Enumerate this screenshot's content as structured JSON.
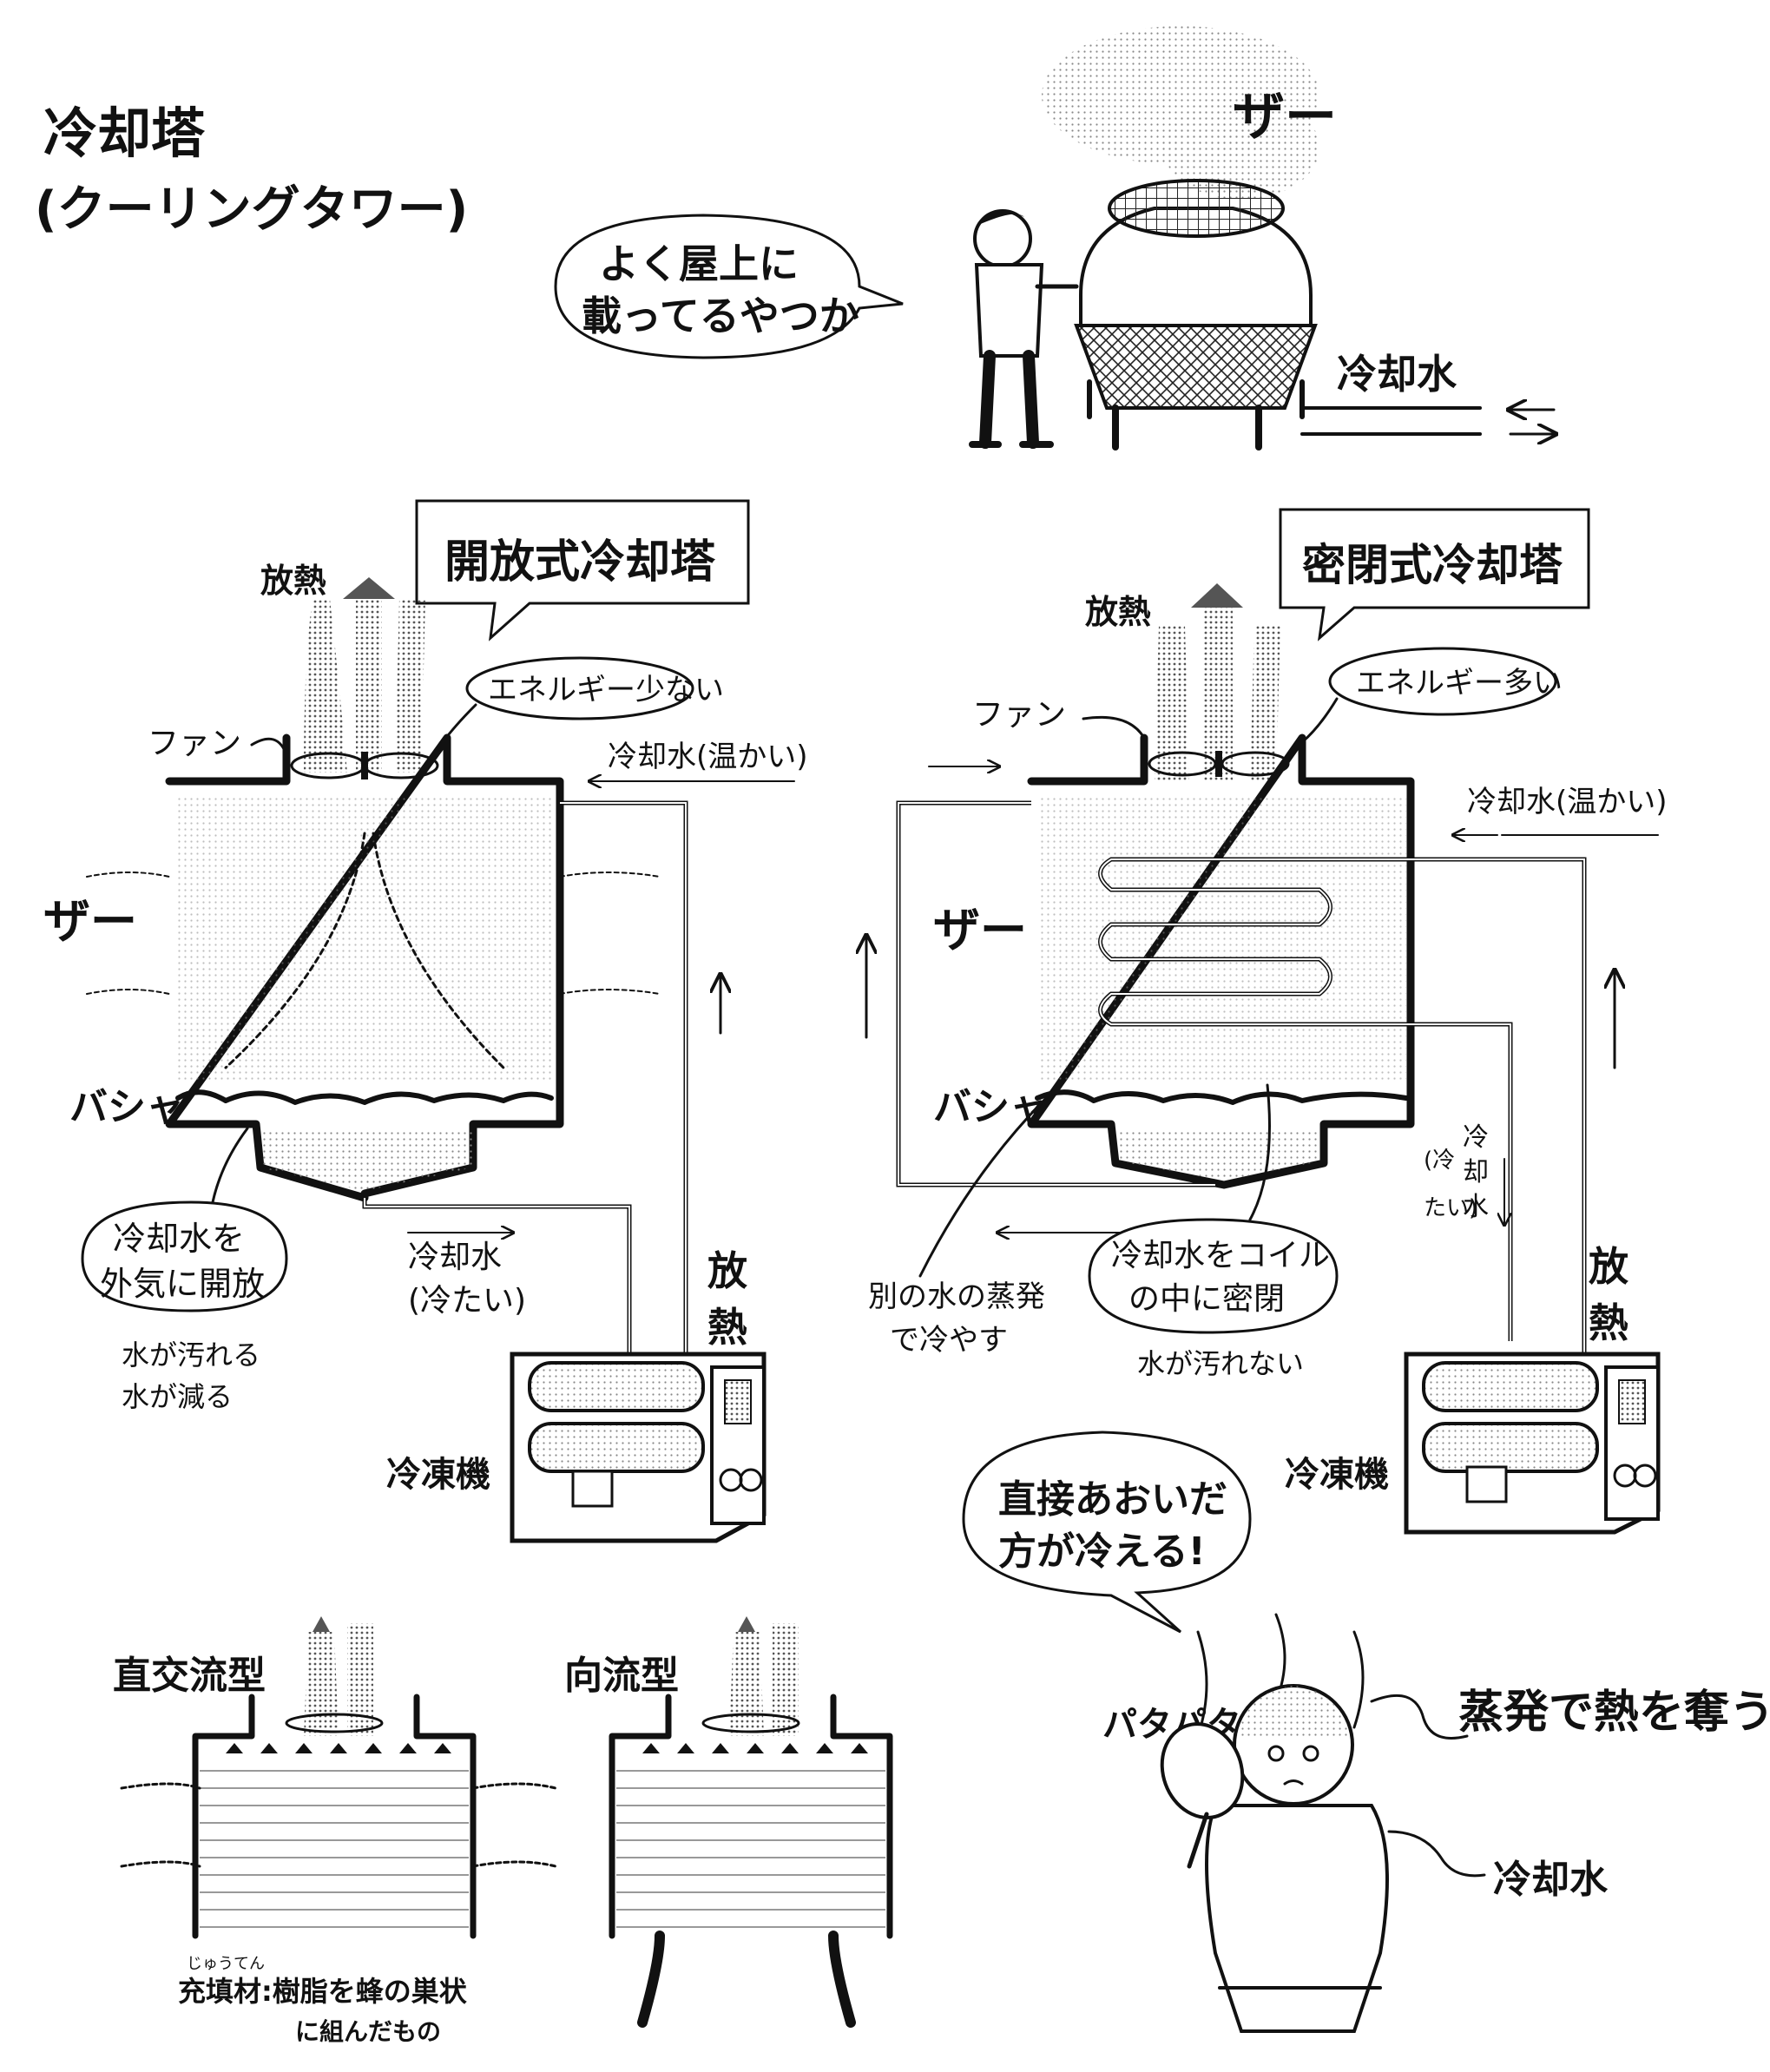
{
  "title": {
    "main": "冷却塔",
    "sub": "(クーリングタワー)"
  },
  "top_scene": {
    "speech": [
      "よく屋上に",
      "載ってるやつか"
    ],
    "sfx": "ザー",
    "pipe_label": "冷却水"
  },
  "open_tower": {
    "title": "開放式冷却塔",
    "heat_label": "放熱",
    "energy_bubble": "エネルギー少ない",
    "fan_label": "ファン",
    "warm_water_label": "冷却水(温かい)",
    "sfx_zaa": "ザー",
    "sfx_basha": "バシャ",
    "cold_water_label": [
      "冷却水",
      "(冷たい)"
    ],
    "side_heat_label": [
      "放",
      "熱"
    ],
    "bubble": [
      "冷却水を",
      "外気に開放"
    ],
    "notes": [
      "水が汚れる",
      "水が減る"
    ],
    "chiller_label": "冷凍機"
  },
  "closed_tower": {
    "title": "密閉式冷却塔",
    "heat_label": "放熱",
    "energy_bubble": "エネルギー多い",
    "fan_label": "ファン",
    "warm_water_label": "冷却水(温かい)",
    "sfx_zaa": "ザー",
    "sfx_basha": "バシャ",
    "cold_water_label": [
      "冷",
      "却",
      "水"
    ],
    "cold_water_paren": [
      "(冷",
      "たい)"
    ],
    "side_heat_label": [
      "放",
      "熱"
    ],
    "evap_note": [
      "別の水の蒸発",
      "で冷やす"
    ],
    "bubble": [
      "冷却水をコイル",
      "の中に密閉"
    ],
    "note": "水が汚れない",
    "chiller_label": "冷凍機"
  },
  "bottom": {
    "crossflow_label": "直交流型",
    "counterflow_label": "向流型",
    "filler_ruby": "じゅうてん",
    "filler_note": [
      "充填材:樹脂を蜂の巣状",
      "に組んだもの"
    ],
    "man_speech": [
      "直接あおいだ",
      "方が冷える!"
    ],
    "sfx_fan": "パタパタ",
    "evap_label": "蒸発で熱を奪う",
    "sweat_label": "冷却水"
  }
}
